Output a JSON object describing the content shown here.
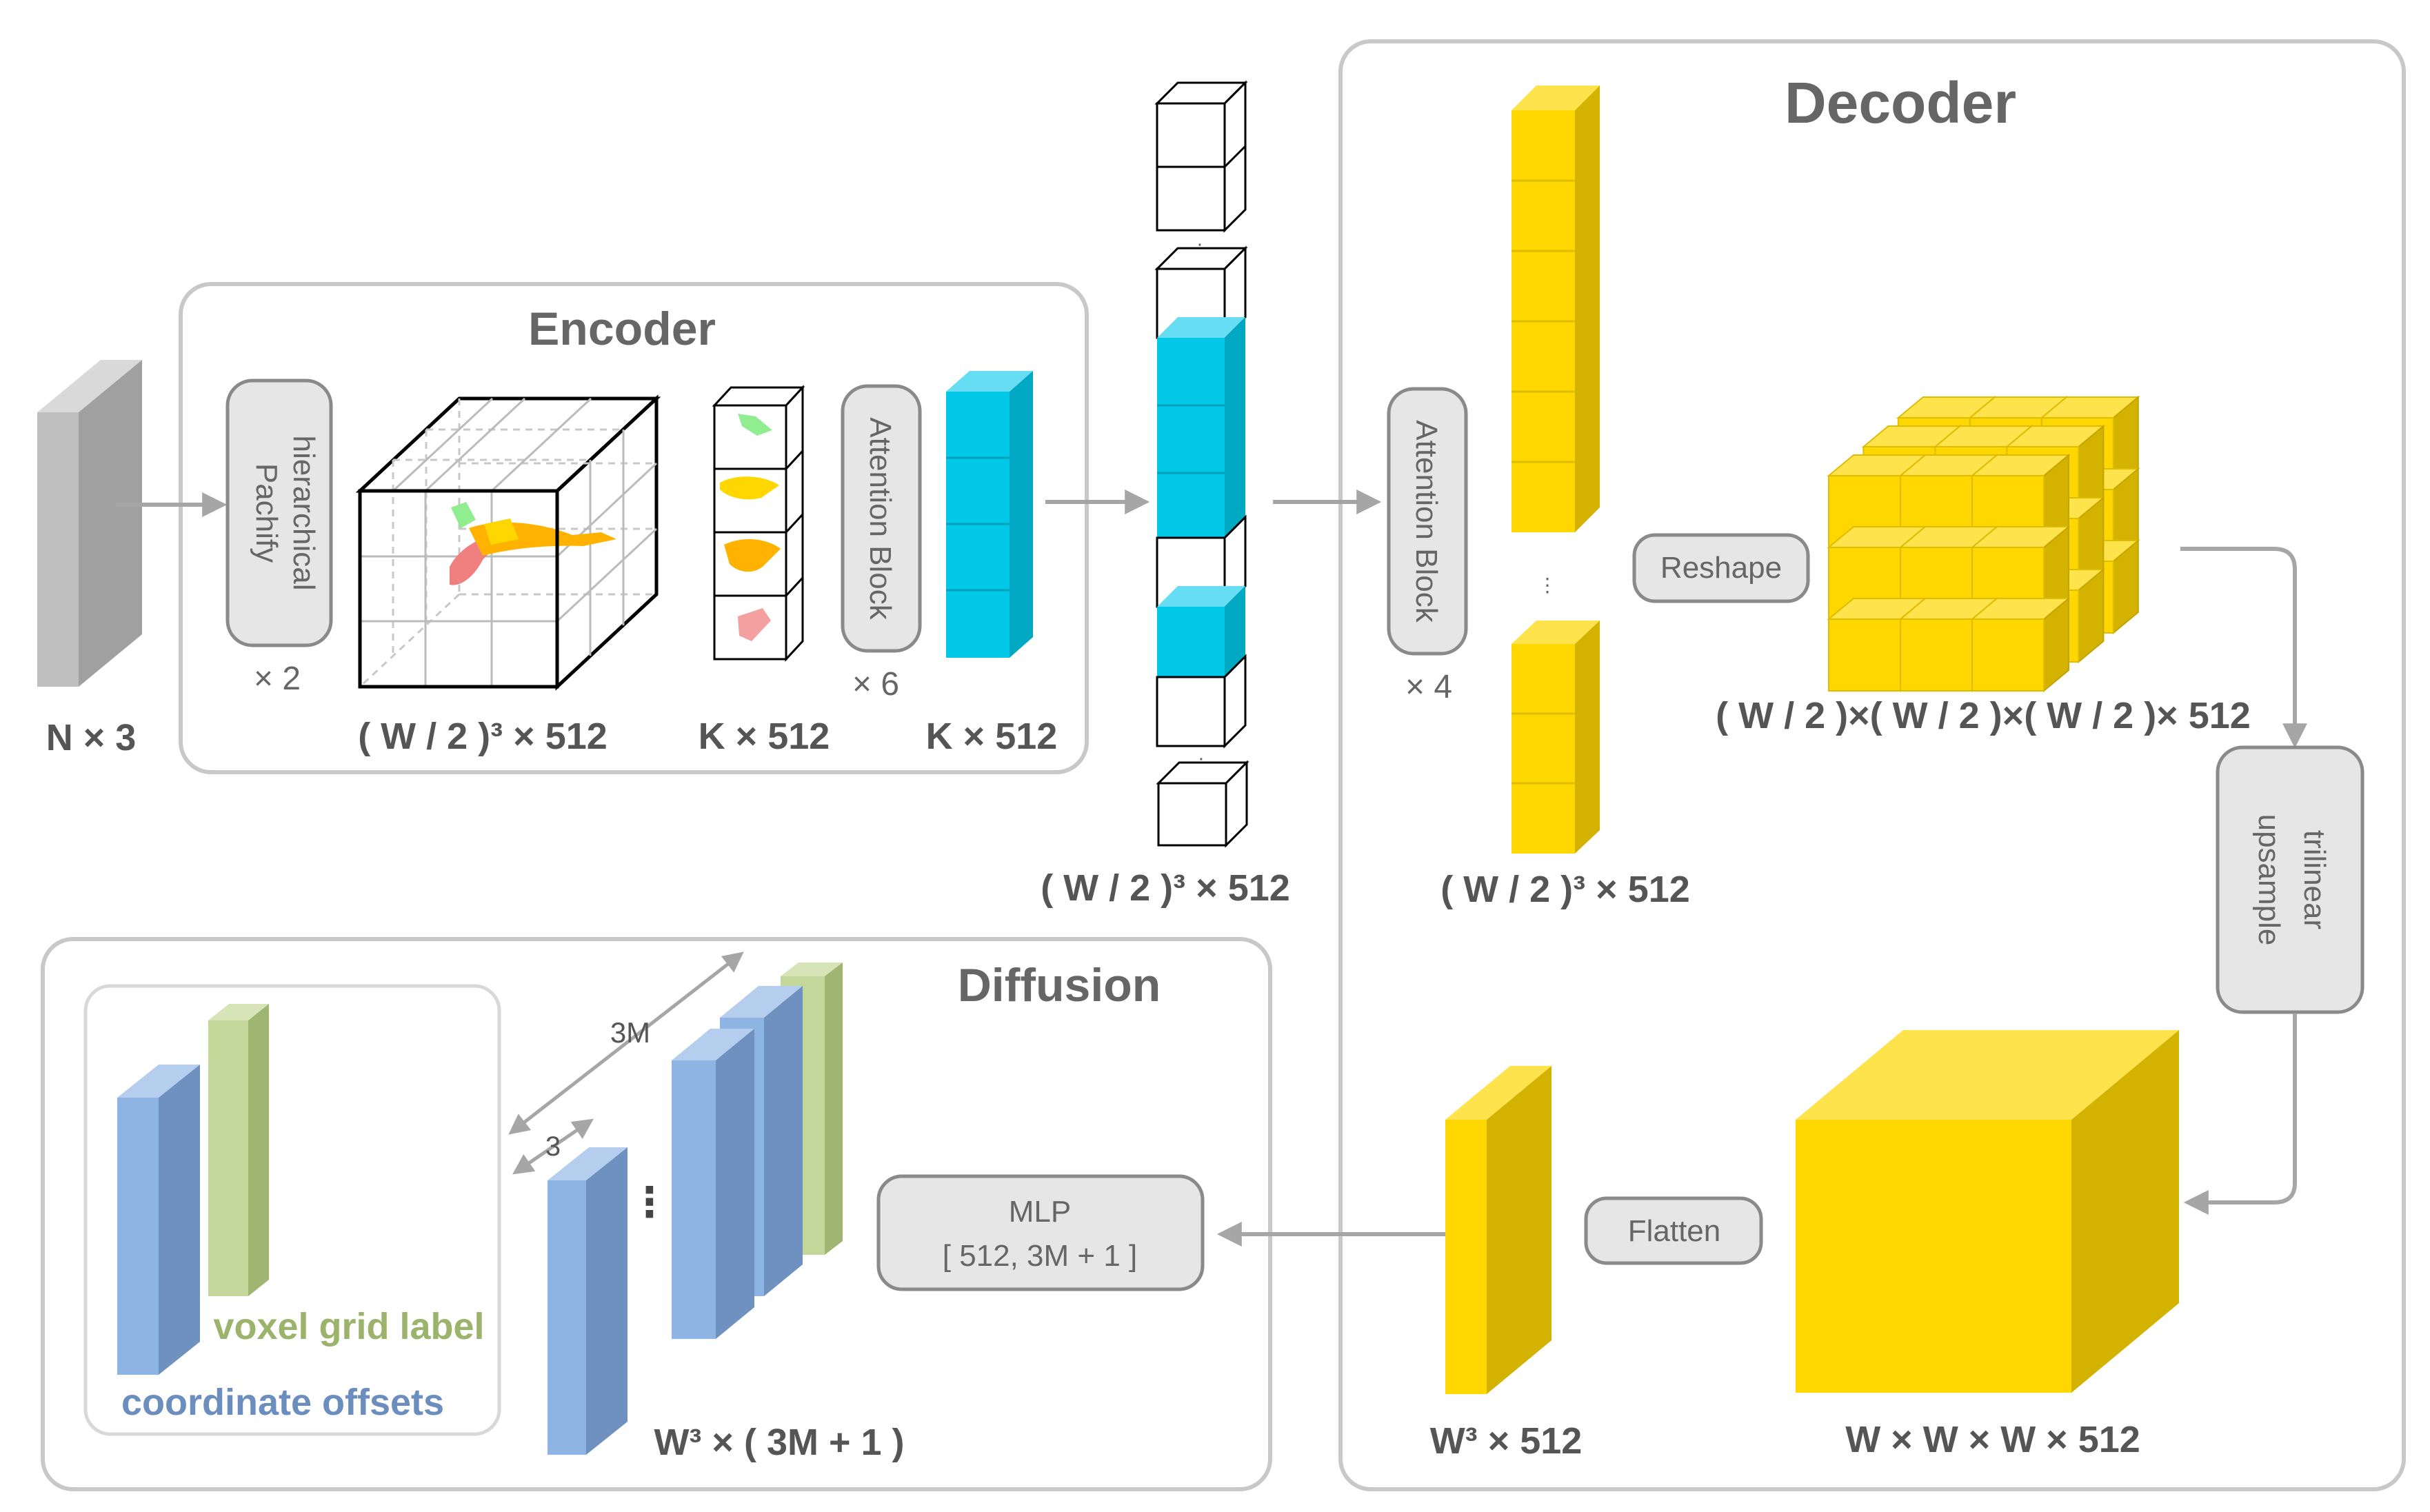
{
  "titles": {
    "encoder": "Encoder",
    "decoder": "Decoder",
    "diffusion": "Diffusion"
  },
  "ops": {
    "pachify_line1": "hierarchical",
    "pachify_line2": "Pachify",
    "pachify_times": "× 2",
    "enc_attention": "Attention Block",
    "enc_attention_times": "× 6",
    "dec_attention": "Attention Block",
    "dec_attention_times": "× 4",
    "reshape": "Reshape",
    "upsample_line1": "trilinear",
    "upsample_line2": "upsample",
    "flatten": "Flatten",
    "mlp_line1": "MLP",
    "mlp_line2": "[ 512, 3M + 1 ]"
  },
  "labels": {
    "input": "N × 3",
    "voxel": "( W / 2 )³ × 512",
    "k1": "K × 512",
    "k2": "K × 512",
    "sequence": "( W / 2 )³ × 512",
    "dec_tokens": "( W / 2 )³ × 512",
    "reshaped": "( W / 2 )×( W / 2 )×( W / 2 )× 512",
    "full_grid": "W × W × W × 512",
    "flat": "W³ × 512",
    "mlp_out": "W³ × ( 3M + 1 )",
    "dim_3m": "3M",
    "dim_3": "3",
    "dots": "⋮"
  },
  "legend": {
    "voxel_grid_label": "voxel grid label",
    "coordinate_offsets": "coordinate offsets"
  },
  "colors": {
    "yellow": "#FFD700",
    "cyan": "#00C8E6",
    "blue": "#8EB4E3",
    "green": "#C4D79B",
    "gray_box": "#E6E6E6",
    "legend_green": "#9BB36A",
    "legend_blue": "#6C8EBF"
  }
}
